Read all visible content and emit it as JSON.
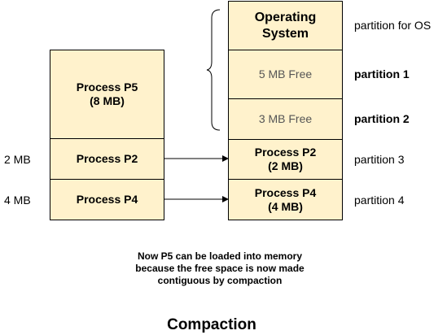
{
  "left_column": {
    "p5_line1": "Process P5",
    "p5_line2": "(8 MB)",
    "p2": "Process P2",
    "p4": "Process P4",
    "p2_size": "2 MB",
    "p4_size": "4 MB"
  },
  "right_column": {
    "os_line1": "Operating",
    "os_line2": "System",
    "free1": "5 MB Free",
    "free2": "3 MB Free",
    "p2_line1": "Process P2",
    "p2_line2": "(2 MB)",
    "p4_line1": "Process P4",
    "p4_line2": "(4 MB)"
  },
  "partitions": {
    "os": "partition for OS",
    "p1": "partition 1",
    "p2": "partition 2",
    "p3": "partition 3",
    "p4": "partition 4"
  },
  "colors": {
    "box_fill": "#FFF2CC",
    "free_text": "#555555"
  },
  "note": "Now P5 can be loaded into memory\nbecause the free space is now made\ncontiguous by compaction",
  "caption": "Compaction"
}
